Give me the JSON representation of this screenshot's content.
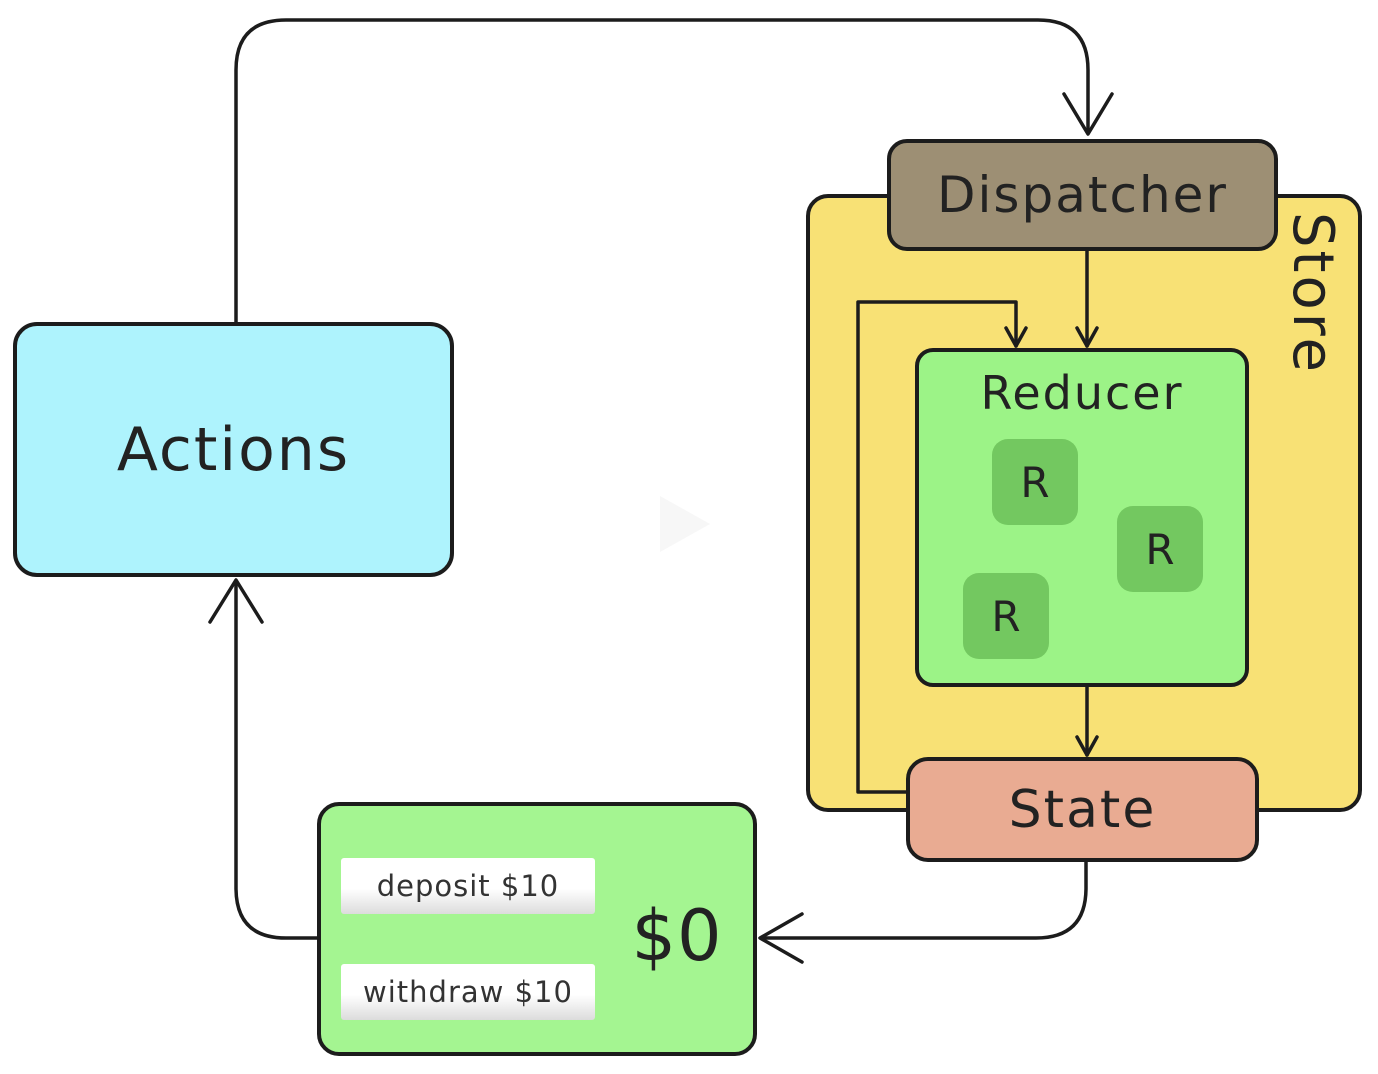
{
  "colors": {
    "actions": "#aef3fd",
    "store": "#f8e175",
    "dispatcher": "#9d8f74",
    "reducer": "#9cf387",
    "reducer_chip": "#73c860",
    "state": "#e9ab92",
    "view": "#a4f591",
    "stroke": "#1c1c1c"
  },
  "diagram": {
    "actions": {
      "label": "Actions"
    },
    "store": {
      "label": "Store",
      "dispatcher": {
        "label": "Dispatcher"
      },
      "reducer": {
        "label": "Reducer",
        "chips": [
          "R",
          "R",
          "R"
        ]
      },
      "state": {
        "label": "State"
      }
    },
    "view": {
      "deposit_label": "deposit $10",
      "withdraw_label": "withdraw $10",
      "balance": "$0"
    }
  },
  "icons": {
    "overlay": "play-icon"
  }
}
